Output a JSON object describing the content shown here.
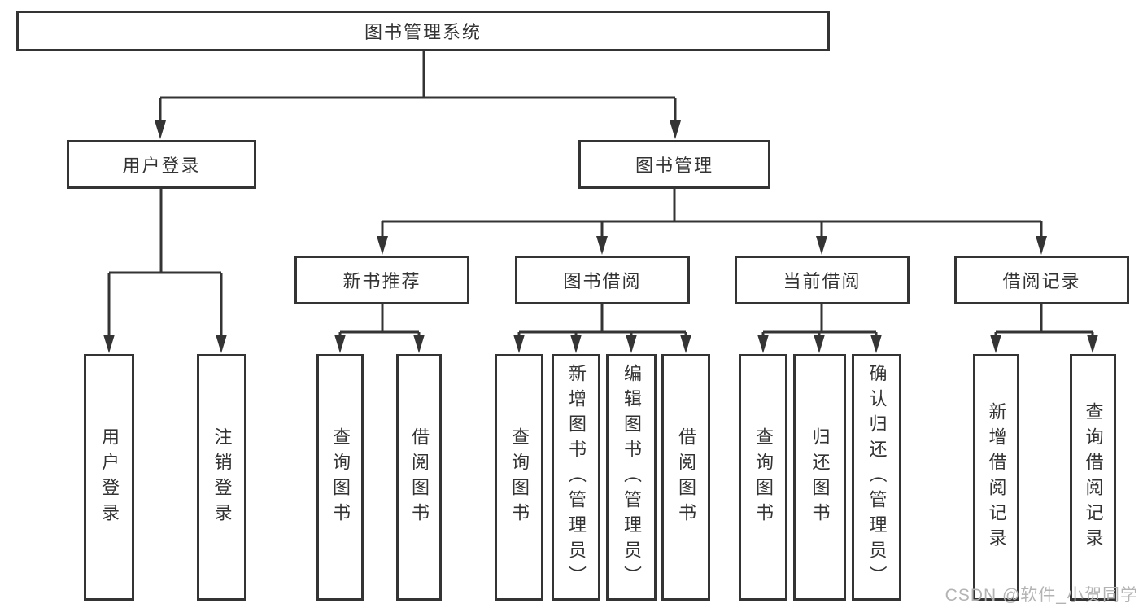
{
  "tree": {
    "label": "图书管理系统",
    "children": [
      {
        "label": "用户登录",
        "children": [
          {
            "label": "用户登录"
          },
          {
            "label": "注销登录"
          }
        ]
      },
      {
        "label": "图书管理",
        "children": [
          {
            "label": "新书推荐",
            "children": [
              {
                "label": "查询图书"
              },
              {
                "label": "借阅图书"
              }
            ]
          },
          {
            "label": "图书借阅",
            "children": [
              {
                "label": "查询图书"
              },
              {
                "label": "新增图书（管理员）"
              },
              {
                "label": "编辑图书（管理员）"
              },
              {
                "label": "借阅图书"
              }
            ]
          },
          {
            "label": "当前借阅",
            "children": [
              {
                "label": "查询图书"
              },
              {
                "label": "归还图书"
              },
              {
                "label": "确认归还（管理员）"
              }
            ]
          },
          {
            "label": "借阅记录",
            "children": [
              {
                "label": "新增借阅记录"
              },
              {
                "label": "查询借阅记录"
              }
            ]
          }
        ]
      }
    ]
  },
  "colors": {
    "line": "#343434",
    "text": "#333333",
    "watermark": "#b3b3b3"
  },
  "watermark": {
    "text": "CSDN @软件_小贺同学"
  }
}
